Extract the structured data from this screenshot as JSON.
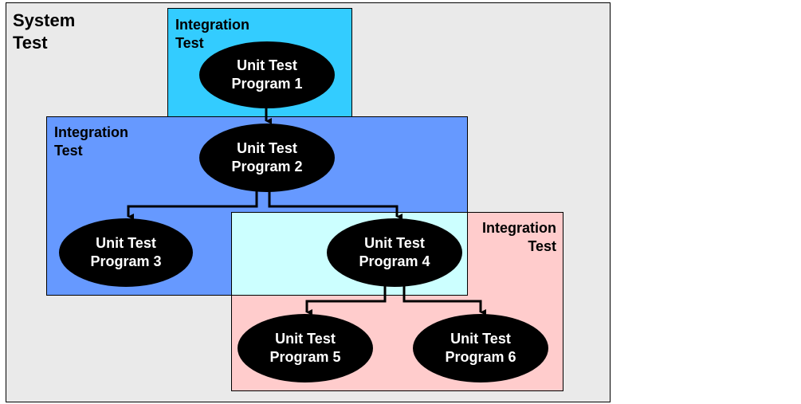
{
  "system_test": {
    "line1": "System",
    "line2": "Test",
    "color": "#EAEAEA"
  },
  "integration_tests": [
    {
      "line1": "Integration",
      "line2": "Test",
      "color": "#33CCFF"
    },
    {
      "line1": "Integration",
      "line2": "Test",
      "color": "#6699FF"
    },
    {
      "line1": "Integration",
      "line2": "Test",
      "color": "#FFCCCC"
    }
  ],
  "overlap_color": "#CCFFFF",
  "units": [
    {
      "line1": "Unit Test",
      "line2": "Program 1"
    },
    {
      "line1": "Unit Test",
      "line2": "Program 2"
    },
    {
      "line1": "Unit Test",
      "line2": "Program 3"
    },
    {
      "line1": "Unit Test",
      "line2": "Program 4"
    },
    {
      "line1": "Unit Test",
      "line2": "Program 5"
    },
    {
      "line1": "Unit Test",
      "line2": "Program 6"
    }
  ]
}
